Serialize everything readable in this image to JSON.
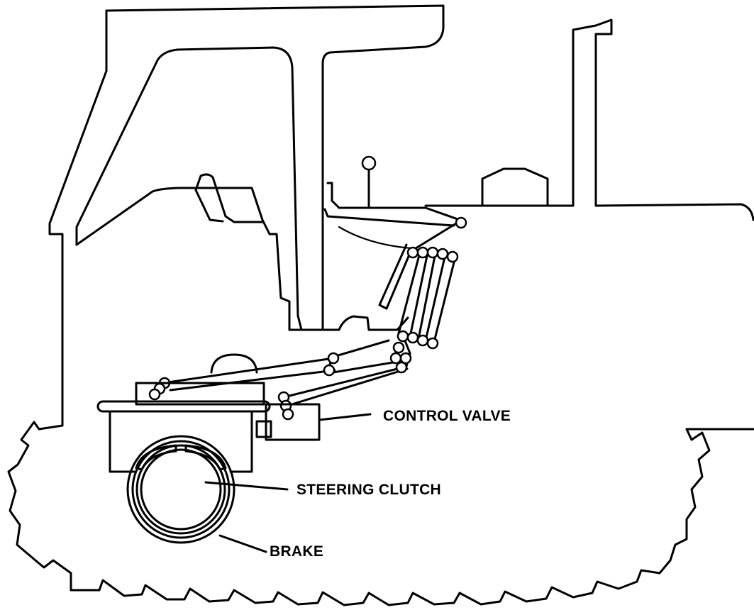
{
  "diagram": {
    "labels": {
      "control_valve": "CONTROL VALVE",
      "steering_clutch": "STEERING CLUTCH",
      "brake": "BRAKE"
    },
    "colors": {
      "line": "#000000",
      "background": "#ffffff"
    }
  }
}
